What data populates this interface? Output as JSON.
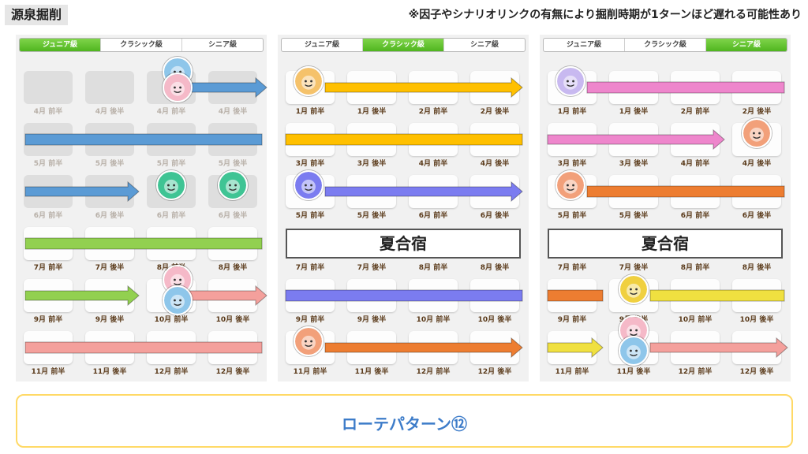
{
  "header": {
    "title": "源泉掘削",
    "note": "※因子やシナリオリンクの有無により掘削時期が1ターンほど遅れる可能性あり"
  },
  "footer": {
    "label": "ローテパターン⑫"
  },
  "panels": [
    {
      "tabs": [
        {
          "label": "ジュニア級",
          "active": true
        },
        {
          "label": "クラシック級",
          "active": false
        },
        {
          "label": "シニア級",
          "active": false
        }
      ],
      "rows": [
        [
          "4月 前半",
          "4月 後半",
          "4月 前半",
          "4月 後半"
        ],
        [
          "5月 前半",
          "5月 後半",
          "5月 前半",
          "5月 後半"
        ],
        [
          "6月 前半",
          "6月 後半",
          "6月 前半",
          "6月 後半"
        ],
        [
          "7月 前半",
          "7月 後半",
          "8月 前半",
          "8月 後半"
        ],
        [
          "9月 前半",
          "9月 後半",
          "10月 前半",
          "10月 後半"
        ],
        [
          "11月 前半",
          "11月 後半",
          "12月 前半",
          "12月 後半"
        ]
      ]
    },
    {
      "tabs": [
        {
          "label": "ジュニア級",
          "active": false
        },
        {
          "label": "クラシック級",
          "active": true
        },
        {
          "label": "シニア級",
          "active": false
        }
      ],
      "rows": [
        [
          "1月 前半",
          "1月 後半",
          "2月 前半",
          "2月 後半"
        ],
        [
          "3月 前半",
          "3月 後半",
          "4月 前半",
          "4月 後半"
        ],
        [
          "5月 前半",
          "5月 後半",
          "6月 前半",
          "6月 後半"
        ],
        [
          "7月 前半",
          "7月 後半",
          "8月 前半",
          "8月 後半"
        ],
        [
          "9月 前半",
          "9月 後半",
          "10月 前半",
          "10月 後半"
        ],
        [
          "11月 前半",
          "11月 後半",
          "12月 前半",
          "12月 後半"
        ]
      ],
      "summer_camp_label": "夏合宿"
    },
    {
      "tabs": [
        {
          "label": "ジュニア級",
          "active": false
        },
        {
          "label": "クラシック級",
          "active": false
        },
        {
          "label": "シニア級",
          "active": true
        }
      ],
      "rows": [
        [
          "1月 前半",
          "1月 後半",
          "2月 前半",
          "2月 後半"
        ],
        [
          "3月 前半",
          "3月 後半",
          "4月 前半",
          "4月 後半"
        ],
        [
          "5月 前半",
          "5月 後半",
          "6月 前半",
          "6月 後半"
        ],
        [
          "7月 前半",
          "7月 後半",
          "8月 前半",
          "8月 後半"
        ],
        [
          "9月 前半",
          "9月 後半",
          "10月 前半",
          "10月 後半"
        ],
        [
          "11月 前半",
          "11月 後半",
          "12月 前半",
          "12月 後半"
        ]
      ],
      "summer_camp_label": "夏合宿"
    }
  ],
  "colors": {
    "blue": "#5b9bd5",
    "green": "#92d050",
    "salmon": "#f4a09c",
    "gold": "#ffc000",
    "indigo": "#7b7cf0",
    "orange": "#ed7d31",
    "pink": "#ee86cc",
    "yellow": "#f0e040",
    "active_tab": "#4fb51f"
  }
}
